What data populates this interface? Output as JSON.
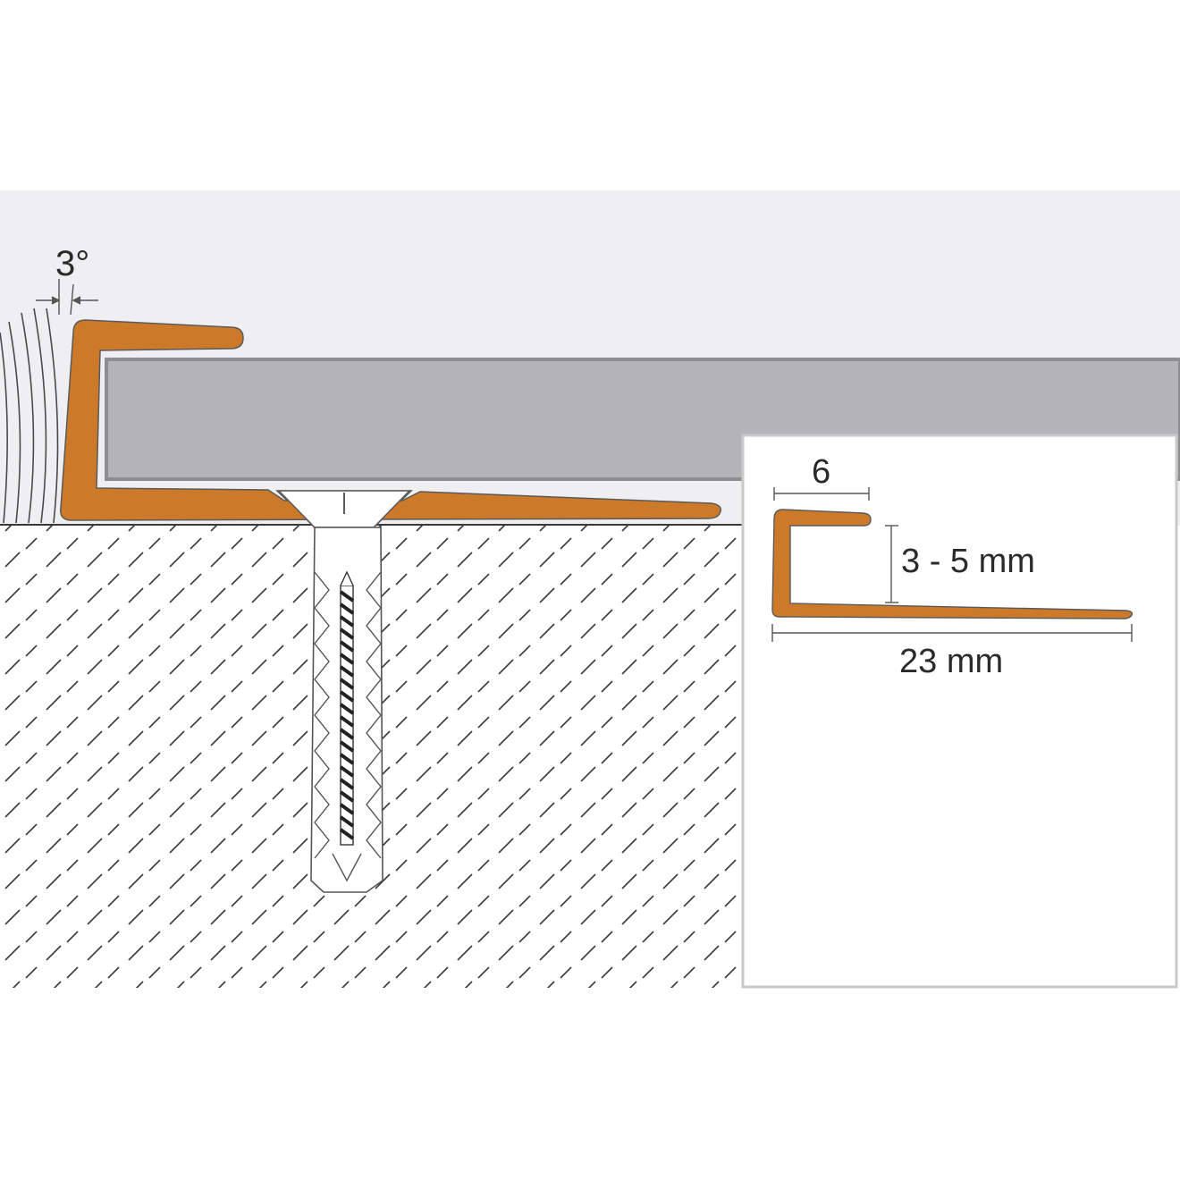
{
  "diagram": {
    "labels": {
      "angle": "3°",
      "top_width": "6",
      "height": "3 - 5 mm",
      "total_width": "23 mm"
    },
    "colors": {
      "profile": "#cc7a2a",
      "profile_outline": "#5a5a5a",
      "background_panel": "#efeff1",
      "tile": "#b4b4b6",
      "tile_edge": "#8e8e90",
      "substrate_hatch": "#3a3a3a",
      "inset_border": "#c9c9c9",
      "dimension_line": "#555555"
    }
  }
}
